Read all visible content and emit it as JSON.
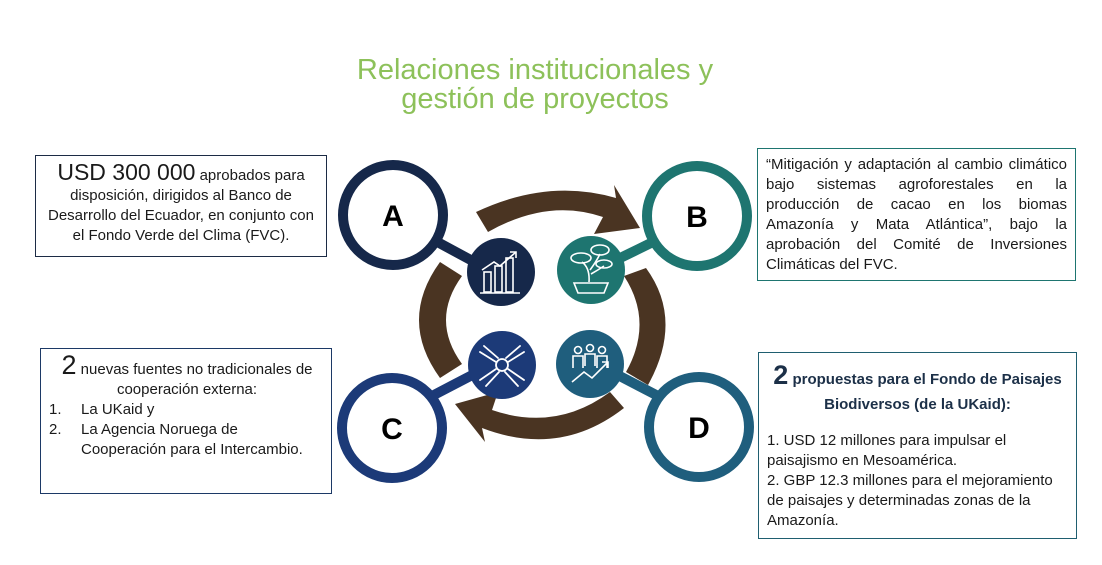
{
  "title": {
    "line1": "Relaciones institucionales y",
    "line2": "gestión de proyectos"
  },
  "colors": {
    "title": "#8dc15a",
    "node_a": "#16284a",
    "node_b": "#1e7570",
    "node_c": "#1c3a78",
    "node_d": "#1f5e7d",
    "arrow": "#4a3422"
  },
  "nodes": {
    "a": {
      "letter": "A",
      "icon": "bar-chart-growth-icon"
    },
    "b": {
      "letter": "B",
      "icon": "bonsai-tree-icon"
    },
    "c": {
      "letter": "C",
      "icon": "joined-hands-icon"
    },
    "d": {
      "letter": "D",
      "icon": "people-growth-chart-icon"
    }
  },
  "box_a": {
    "amount": "USD 300 000",
    "text": " aprobados para disposición, dirigidos al Banco de Desarrollo del Ecuador, en conjunto con el Fondo Verde del Clima (FVC)."
  },
  "box_b": {
    "text": "“Mitigación y adaptación al cambio climático bajo sistemas agroforestales en la producción de cacao en los biomas Amazonía y Mata Atlántica”, bajo la aprobación del Comité de Inversiones Climáticas del FVC."
  },
  "box_c": {
    "count": "2",
    "head": " nuevas fuentes no tradicionales de cooperación externa:",
    "items": [
      {
        "num": "1.",
        "text": "La UKaid y"
      },
      {
        "num": "2.",
        "text": "La Agencia Noruega de Cooperación para el Intercambio."
      }
    ]
  },
  "box_d": {
    "count": "2",
    "head": " propuestas para el Fondo de Paisajes Biodiversos (de la UKaid):",
    "line1": "1. USD 12 millones para impulsar el paisajismo en Mesoamérica.",
    "line2": "2. GBP 12.3 millones para el mejoramiento de paisajes y determinadas zonas de la Amazonía."
  }
}
